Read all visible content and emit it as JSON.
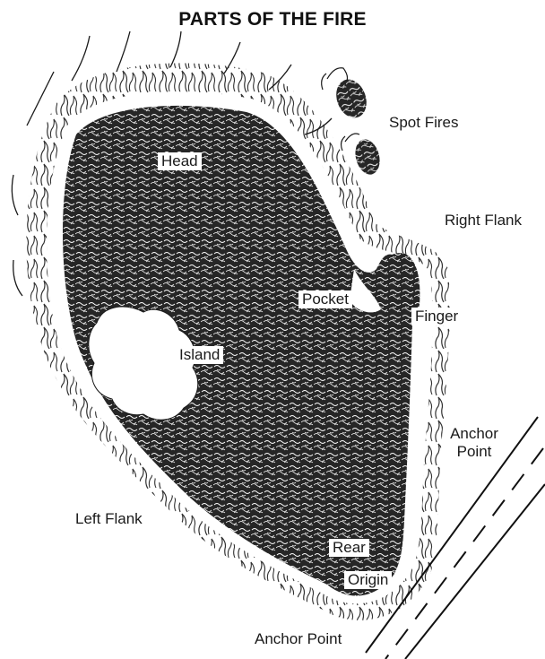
{
  "title": "PARTS OF THE FIRE",
  "labels": {
    "head": "Head",
    "spot_fires": "Spot Fires",
    "right_flank": "Right Flank",
    "pocket": "Pocket",
    "finger": "Finger",
    "island": "Island",
    "anchor_point_right_1": "Anchor",
    "anchor_point_right_2": "Point",
    "left_flank": "Left Flank",
    "rear": "Rear",
    "origin": "Origin",
    "anchor_point_bottom": "Anchor Point"
  }
}
